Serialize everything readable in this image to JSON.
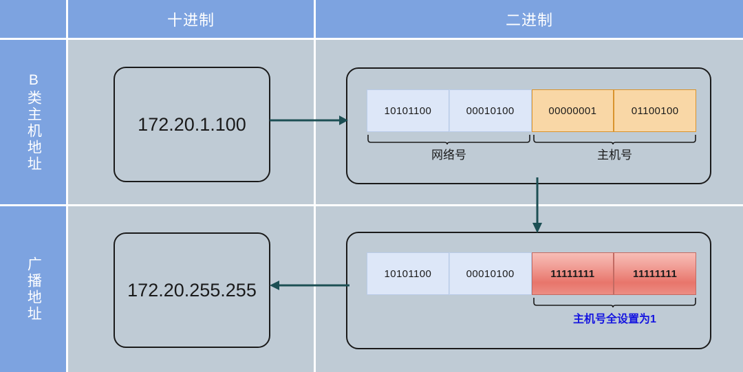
{
  "table": {
    "corner_label": "",
    "columns": [
      {
        "key": "decimal",
        "label": "十进制"
      },
      {
        "key": "binary",
        "label": "二进制"
      }
    ],
    "rows": [
      {
        "key": "host-address",
        "label": "B类主机地址"
      },
      {
        "key": "broadcast-address",
        "label": "广播地址"
      }
    ]
  },
  "row_host": {
    "decimal_value": "172.20.1.100",
    "octets": [
      {
        "value": "10101100",
        "part": "network"
      },
      {
        "value": "00010100",
        "part": "network"
      },
      {
        "value": "00000001",
        "part": "host"
      },
      {
        "value": "01100100",
        "part": "host"
      }
    ],
    "brace_network_label": "网络号",
    "brace_host_label": "主机号"
  },
  "row_broadcast": {
    "decimal_value": "172.20.255.255",
    "octets": [
      {
        "value": "10101100",
        "part": "network"
      },
      {
        "value": "00010100",
        "part": "network"
      },
      {
        "value": "11111111",
        "part": "host-all-ones"
      },
      {
        "value": "11111111",
        "part": "host-all-ones"
      }
    ],
    "brace_note": "主机号全设置为1"
  },
  "colors": {
    "header_blue": "#7da3e0",
    "body_gray": "#bfcbd5",
    "network_cell": "#dde7f8",
    "host_cell": "#f9d7a6",
    "broadcast_cell": "#e8756b",
    "arrow": "#1c4f54",
    "note_text": "#1414e0",
    "outline": "#1a1a1a"
  },
  "arrows": [
    {
      "name": "decimal-to-binary-arrow",
      "direction": "right"
    },
    {
      "name": "host-to-broadcast-arrow",
      "direction": "down"
    },
    {
      "name": "binary-to-decimal-arrow",
      "direction": "left"
    }
  ]
}
